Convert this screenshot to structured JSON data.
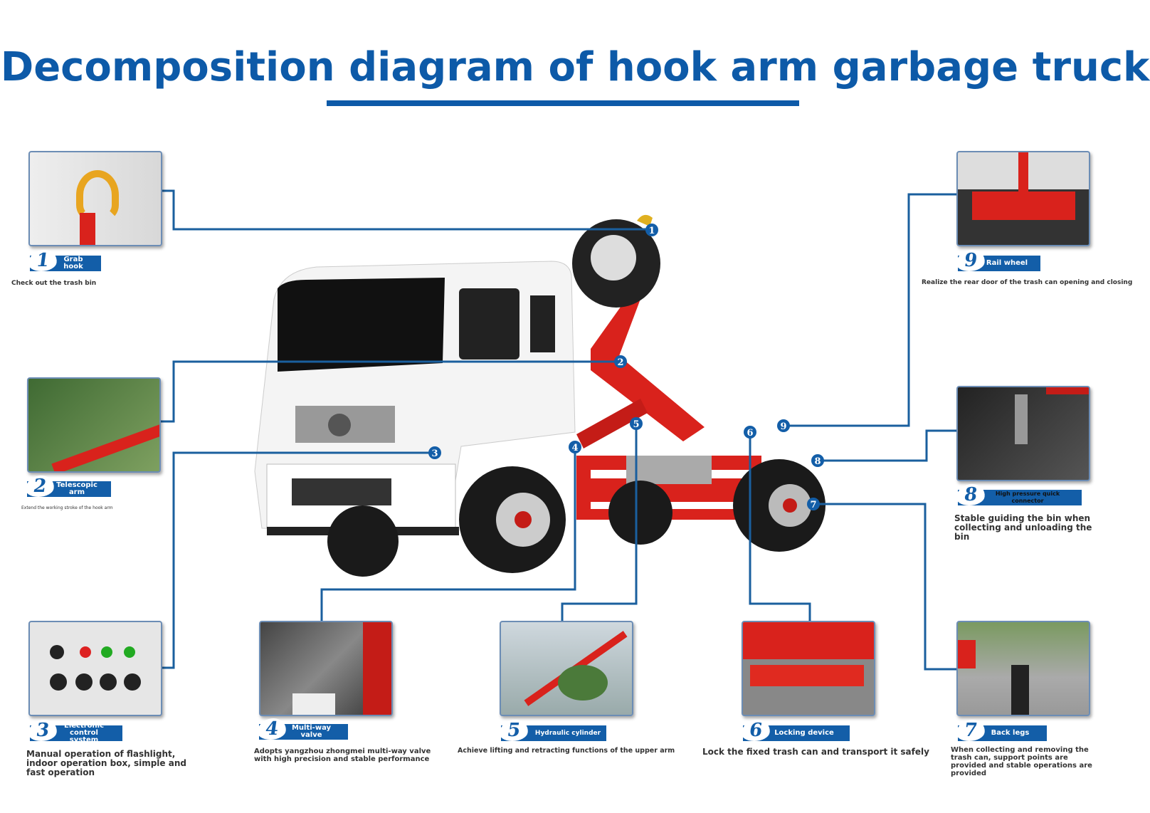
{
  "title": "Decomposition diagram of hook arm garbage truck",
  "colors": {
    "accent": "#0d5aa8",
    "truck_red": "#d9221c",
    "line": "#1a5f9e"
  },
  "components": [
    {
      "number": "1",
      "name": "Grab hook",
      "description": "Check out the trash bin"
    },
    {
      "number": "2",
      "name": "Telescopic arm",
      "description": "Extend the working stroke of the hook arm"
    },
    {
      "number": "3",
      "name": "Electronic control system",
      "description": "Manual operation of flashlight, indoor operation box, simple and fast operation"
    },
    {
      "number": "4",
      "name": "Multi-way valve",
      "description": "Adopts yangzhou zhongmei multi-way valve with high precision and stable performance"
    },
    {
      "number": "5",
      "name": "Hydraulic cylinder",
      "description": "Achieve lifting and retracting functions of the upper arm"
    },
    {
      "number": "6",
      "name": "Locking device",
      "description": "Lock the fixed trash can and transport it safely"
    },
    {
      "number": "7",
      "name": "Back legs",
      "description": "When collecting and removing the trash can, support points are provided and stable operations are provided"
    },
    {
      "number": "8",
      "name": "High pressure quick connector",
      "description": "Stable guiding the bin when collecting and unloading the bin"
    },
    {
      "number": "9",
      "name": "Rail wheel",
      "description": "Realize the rear door of the trash can opening and closing"
    }
  ]
}
